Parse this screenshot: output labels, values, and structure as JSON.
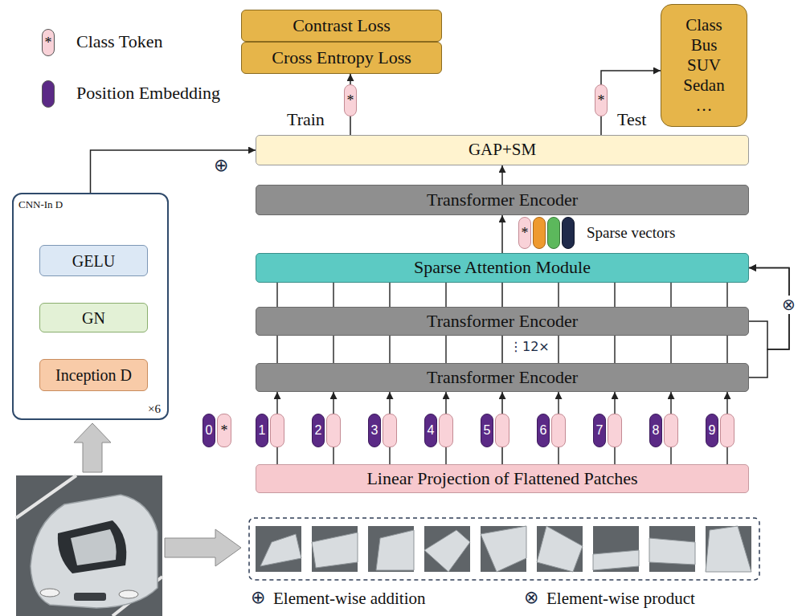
{
  "diagram": {
    "nodes": [
      {
        "text": [
          "Contrast Loss"
        ]
      },
      {
        "text": [
          "Cross Entropy Loss"
        ]
      },
      {
        "text": [
          "Class",
          "Bus",
          "SUV",
          "Sedan",
          "…"
        ]
      },
      {
        "text": [
          "GAP+SM"
        ]
      },
      {
        "text": [
          "Transformer Encoder"
        ]
      },
      {
        "text": [
          "Sparse Attention Module"
        ]
      },
      {
        "text": [
          "Transformer Encoder"
        ]
      },
      {
        "text": [
          "Transformer Encoder"
        ]
      },
      {
        "text": [
          "Linear Projection of Flattened Patches"
        ]
      },
      {
        "text": [
          "CNN-In D",
          "×6"
        ]
      },
      {
        "text": [
          "GELU"
        ],
        "in": 9
      },
      {
        "text": [
          "GN"
        ],
        "in": 9
      },
      {
        "text": [
          "Inception D"
        ],
        "in": 9
      }
    ],
    "edges": [
      {
        "from": 12,
        "to": 11,
        "arrow": "to"
      },
      {
        "from": 11,
        "to": 10,
        "arrow": "to"
      },
      {
        "from": 9,
        "to": 3,
        "arrow": "to"
      },
      {
        "from": 8,
        "to": 7,
        "arrow": "to"
      },
      {
        "from": 7,
        "to": 6,
        "arrow": "none"
      },
      {
        "from": 6,
        "to": 5,
        "arrow": "none"
      },
      {
        "from": 7,
        "to": 5,
        "arrow": "to"
      },
      {
        "from": 6,
        "to": 5,
        "arrow": "to"
      },
      {
        "from": 5,
        "to": 4,
        "arrow": "to"
      },
      {
        "from": 4,
        "to": 3,
        "arrow": "to"
      },
      {
        "from": 3,
        "to": 1,
        "arrow": "to"
      },
      {
        "from": 3,
        "to": 2,
        "arrow": "to"
      }
    ],
    "labels": [
      "*",
      "*",
      "Train",
      "*",
      "Test",
      "⊕",
      "*",
      "Sparse vectors",
      "⊗",
      "⋮12×",
      "0",
      "*",
      "1",
      "2",
      "3",
      "4",
      "5",
      "6",
      "7",
      "8",
      "9",
      "⊕",
      "⊗"
    ],
    "legend": [
      {
        "text": "Class Token",
        "color": "#f9d2d8"
      },
      {
        "text": "Position Embedding",
        "color": "#5b2a86"
      },
      {
        "text": "Element-wise addition"
      },
      {
        "text": "Element-wise product"
      }
    ]
  }
}
